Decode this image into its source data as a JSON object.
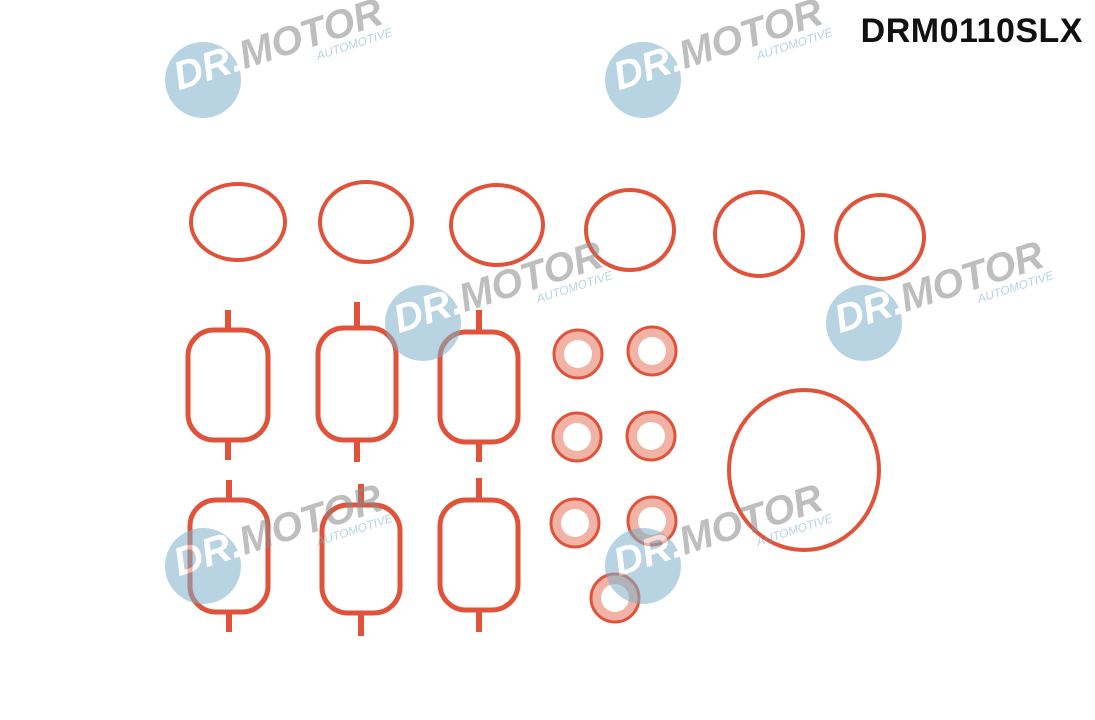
{
  "product": {
    "code": "DRM0110SLX"
  },
  "watermark": {
    "brand_dr": "DR.",
    "brand_motor": "MOTOR",
    "tagline": "AUTOMOTIVE"
  },
  "colors": {
    "gasket": "#e0533a",
    "watermark_disc": "#7fb0c9",
    "watermark_text": "#8a8a8a"
  },
  "parts": {
    "o_rings": 6,
    "intake_gaskets": 6,
    "small_seals": 7,
    "large_ring": 1
  }
}
